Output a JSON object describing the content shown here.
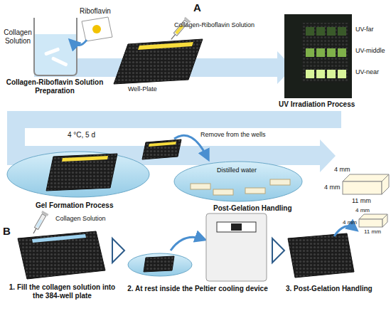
{
  "diagram": {
    "labels": [
      "A",
      "Riboflavin",
      "Collagen Solution",
      "Collagen-Riboflavin Solution Preparation",
      "Collagen-Riboflavin Solution",
      "Well-Plate",
      "UV-far",
      "UV-middle",
      "UV-near",
      "UV Irradiation Process",
      "4 °C, 5 d",
      "Remove from the wells",
      "Distilled water",
      "Gel Formation Process",
      "Post-Gelation Handling",
      "4 mm",
      "4 mm",
      "11 mm",
      "B",
      "Collagen Solution",
      "1. Fill the collagen solution into the 384-well plate",
      "2. At rest inside the Peltier cooling device",
      "3. Post-Gelation Handling",
      "4 mm",
      "4 mm",
      "11 mm"
    ]
  }
}
